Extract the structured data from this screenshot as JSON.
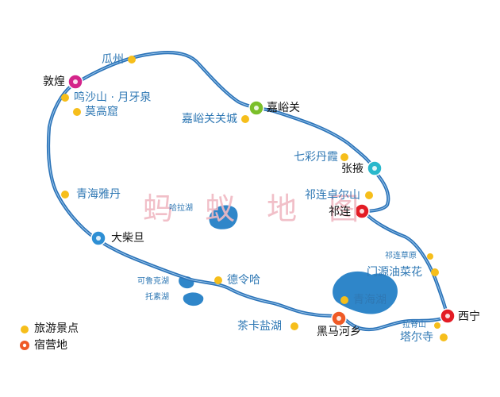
{
  "colors": {
    "route": "#2b73b8",
    "route_inner": "#7fb2e0",
    "lake": "#2f86c9",
    "poi": "#f6be1b",
    "camp_red": "#e31c25",
    "camp_orange": "#ef5a26",
    "camp_magenta": "#d4248a",
    "camp_green": "#7bbf2a",
    "camp_cyan": "#29b8cc",
    "camp_blue": "#2e8fd4"
  },
  "watermark": "蚂 蚁 地 图",
  "pois": {
    "guazhou": "瓜州",
    "mingsha": "鸣沙山 · 月牙泉",
    "mogao": "莫高窟",
    "jiayuguancheng": "嘉峪关关城",
    "qicai": "七彩丹霞",
    "qinghai_yadan": "青海雅丹",
    "zhuoershan": "祁连卓尔山",
    "qilian_caoyuan": "祁连草原",
    "menyuan": "门源油菜花",
    "delingha": "德令哈",
    "qinghaihu": "青海湖",
    "chaka": "茶卡盐湖",
    "lajishan": "拉脊山",
    "taersi": "塔尔寺"
  },
  "lakes": {
    "halahu": "哈拉湖",
    "kelukehu": "可鲁克湖",
    "tuosuhu": "托素湖"
  },
  "camps": {
    "dunhuang": "敦煌",
    "jiayuguan": "嘉峪关",
    "zhangye": "张掖",
    "qilian": "祁连",
    "xining": "西宁",
    "heimahe": "黑马河乡",
    "dachaidan": "大柴旦"
  },
  "legend": {
    "poi_label": "旅游景点",
    "camp_label": "宿营地"
  }
}
